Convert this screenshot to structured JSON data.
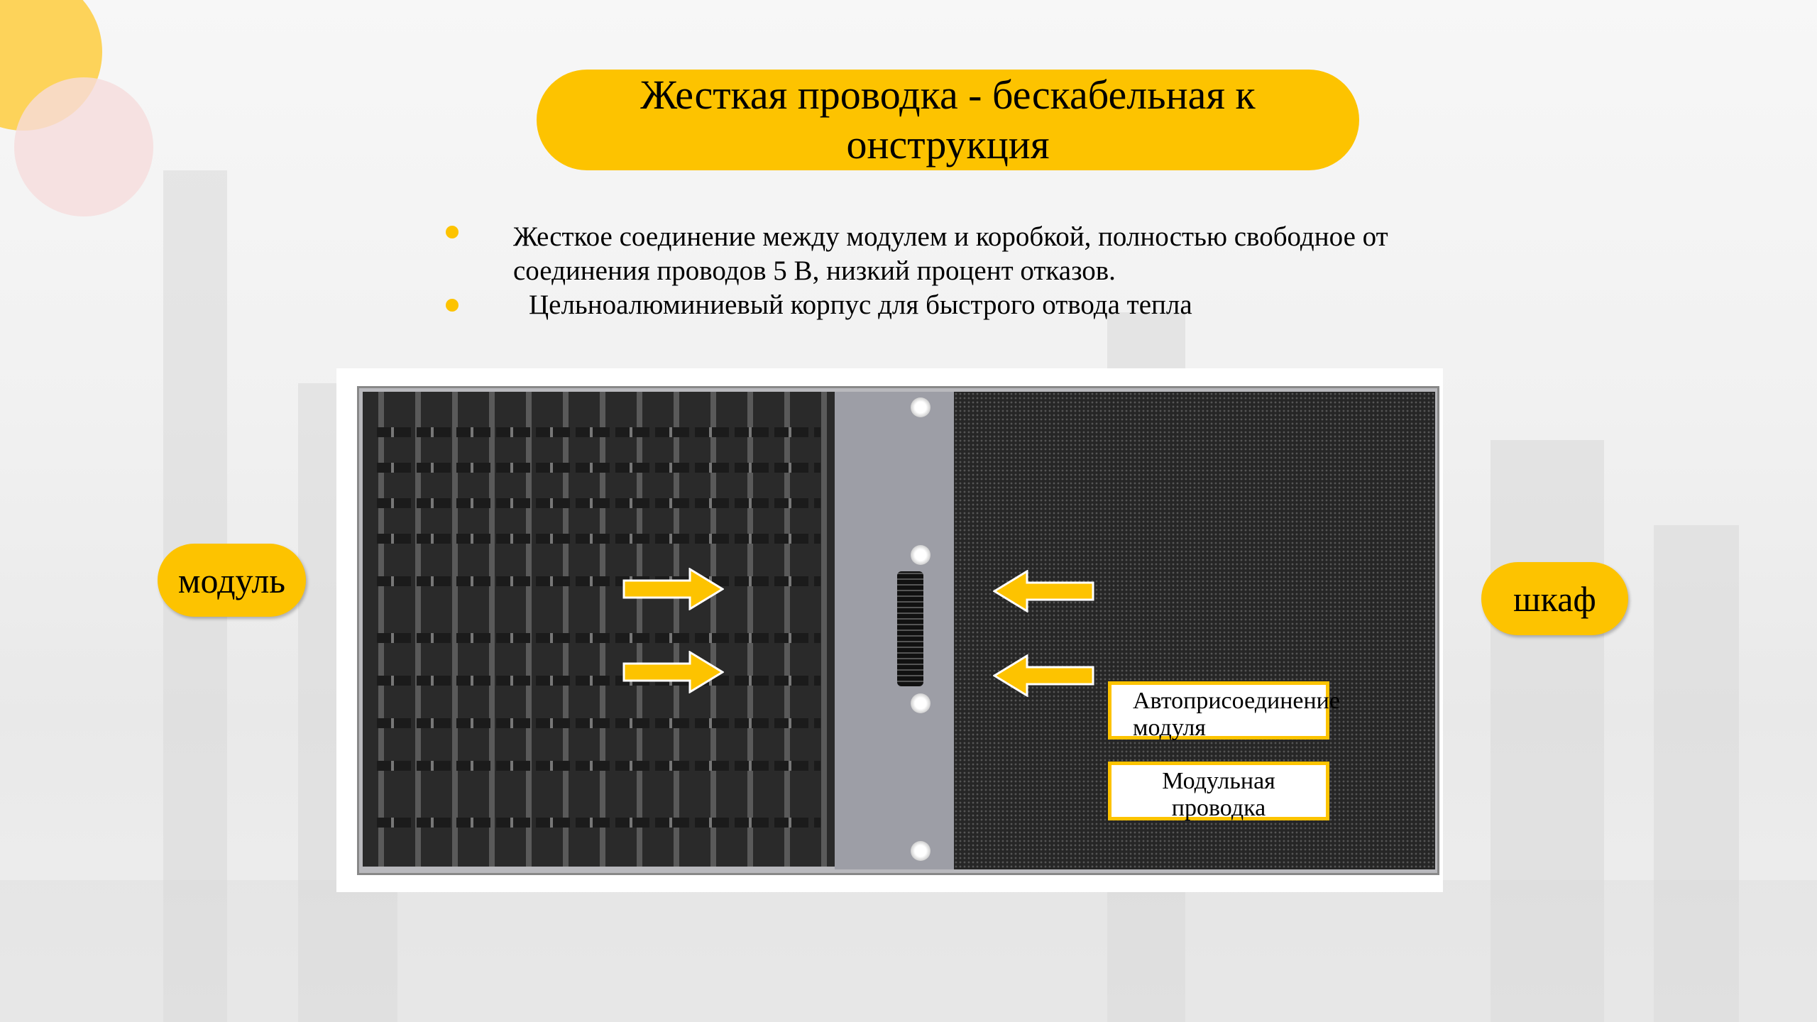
{
  "title": "Жесткая проводка - бескабельная к онструкция",
  "bullets": [
    "Жесткое соединение между модулем и коробкой, полностью свободное от соединения проводов 5 В, низкий процент отказов.",
    "Цельноалюминиевый корпус для быстрого отвода тепла"
  ],
  "labels": {
    "module": "модуль",
    "cabinet": "шкаф",
    "auto_connect": "Автоприсоединение модуля",
    "modular_wiring": "Модульная проводка"
  },
  "colors": {
    "accent": "#fdc300",
    "pink_circle": "#f6dcdc"
  }
}
